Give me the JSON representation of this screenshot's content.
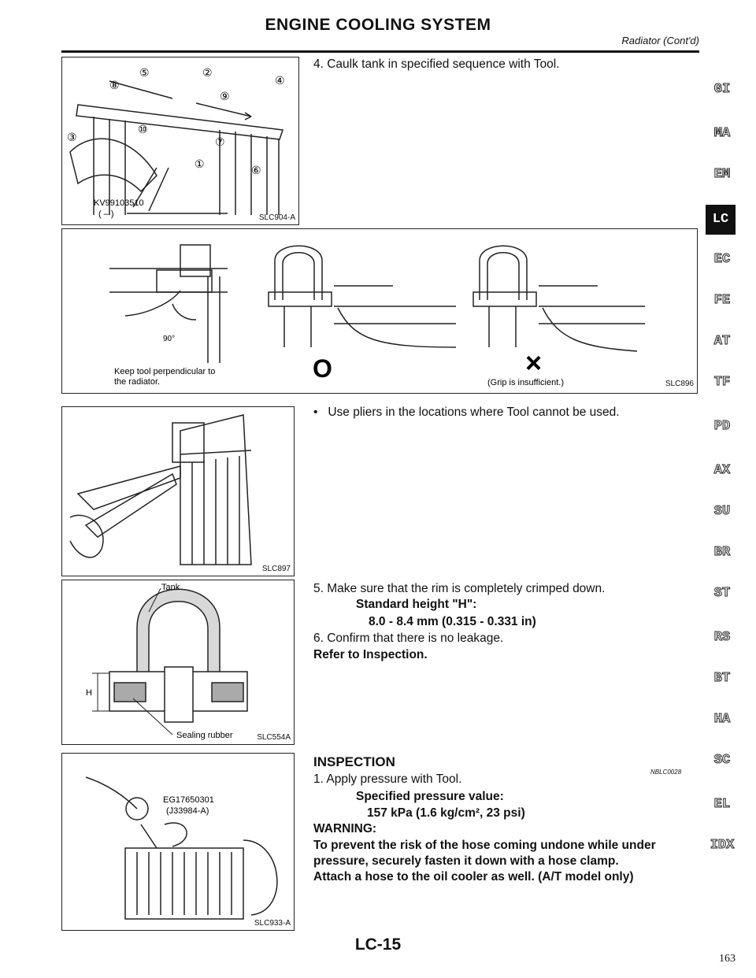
{
  "header": {
    "title": "ENGINE COOLING SYSTEM",
    "subtitle": "Radiator (Cont'd)"
  },
  "figures": {
    "fig1": {
      "code": "SLC904-A",
      "tool": "KV99103510",
      "tool_sub": "( – )",
      "callouts": [
        "⑤",
        "②",
        "④",
        "⑧",
        "⑨",
        "③",
        "⑩",
        "⑦",
        "①",
        "⑥"
      ]
    },
    "fig2": {
      "code": "SLC896",
      "note_line1": "Keep tool perpendicular to",
      "note_line2": "the radiator.",
      "angle": "90°",
      "ok_mark": "O",
      "ng_mark": "×",
      "ng_note": "(Grip is insufficient.)"
    },
    "fig3": {
      "code": "SLC897"
    },
    "fig4": {
      "code": "SLC554A",
      "tank": "Tank",
      "h": "H",
      "seal": "Sealing rubber"
    },
    "fig5": {
      "code": "SLC933-A",
      "part1": "EG17650301",
      "part2": "(J33984-A)"
    }
  },
  "text": {
    "step4": "4.  Caulk tank in specified sequence with Tool.",
    "bullet": "Use pliers in the locations where Tool cannot be used.",
    "step5": "5.  Make sure that the rim is completely crimped down.",
    "std_label": "Standard height \"H\":",
    "std_value": "8.0 - 8.4 mm (0.315 - 0.331 in)",
    "step6": "6.  Confirm that there is no leakage.",
    "refer": "Refer to Inspection.",
    "insp_title": "INSPECTION",
    "insp_code": "NBLC0028",
    "insp_step1": "1.  Apply pressure with Tool.",
    "spec_label": "Specified pressure value:",
    "spec_value": "157 kPa (1.6 kg/cm², 23 psi)",
    "warning": "WARNING:",
    "warn1": "To prevent the risk of the hose coming undone while under",
    "warn2": "pressure, securely fasten it down with a hose clamp.",
    "warn3": "Attach a hose to the oil cooler as well. (A/T model only)"
  },
  "sidebar": [
    "GI",
    "MA",
    "EM",
    "LC",
    "EC",
    "FE",
    "AT",
    "TF",
    "PD",
    "AX",
    "SU",
    "BR",
    "ST",
    "RS",
    "BT",
    "HA",
    "SC",
    "EL",
    "IDX"
  ],
  "sidebar_active": "LC",
  "footer": {
    "page": "LC-15",
    "number": "163"
  }
}
